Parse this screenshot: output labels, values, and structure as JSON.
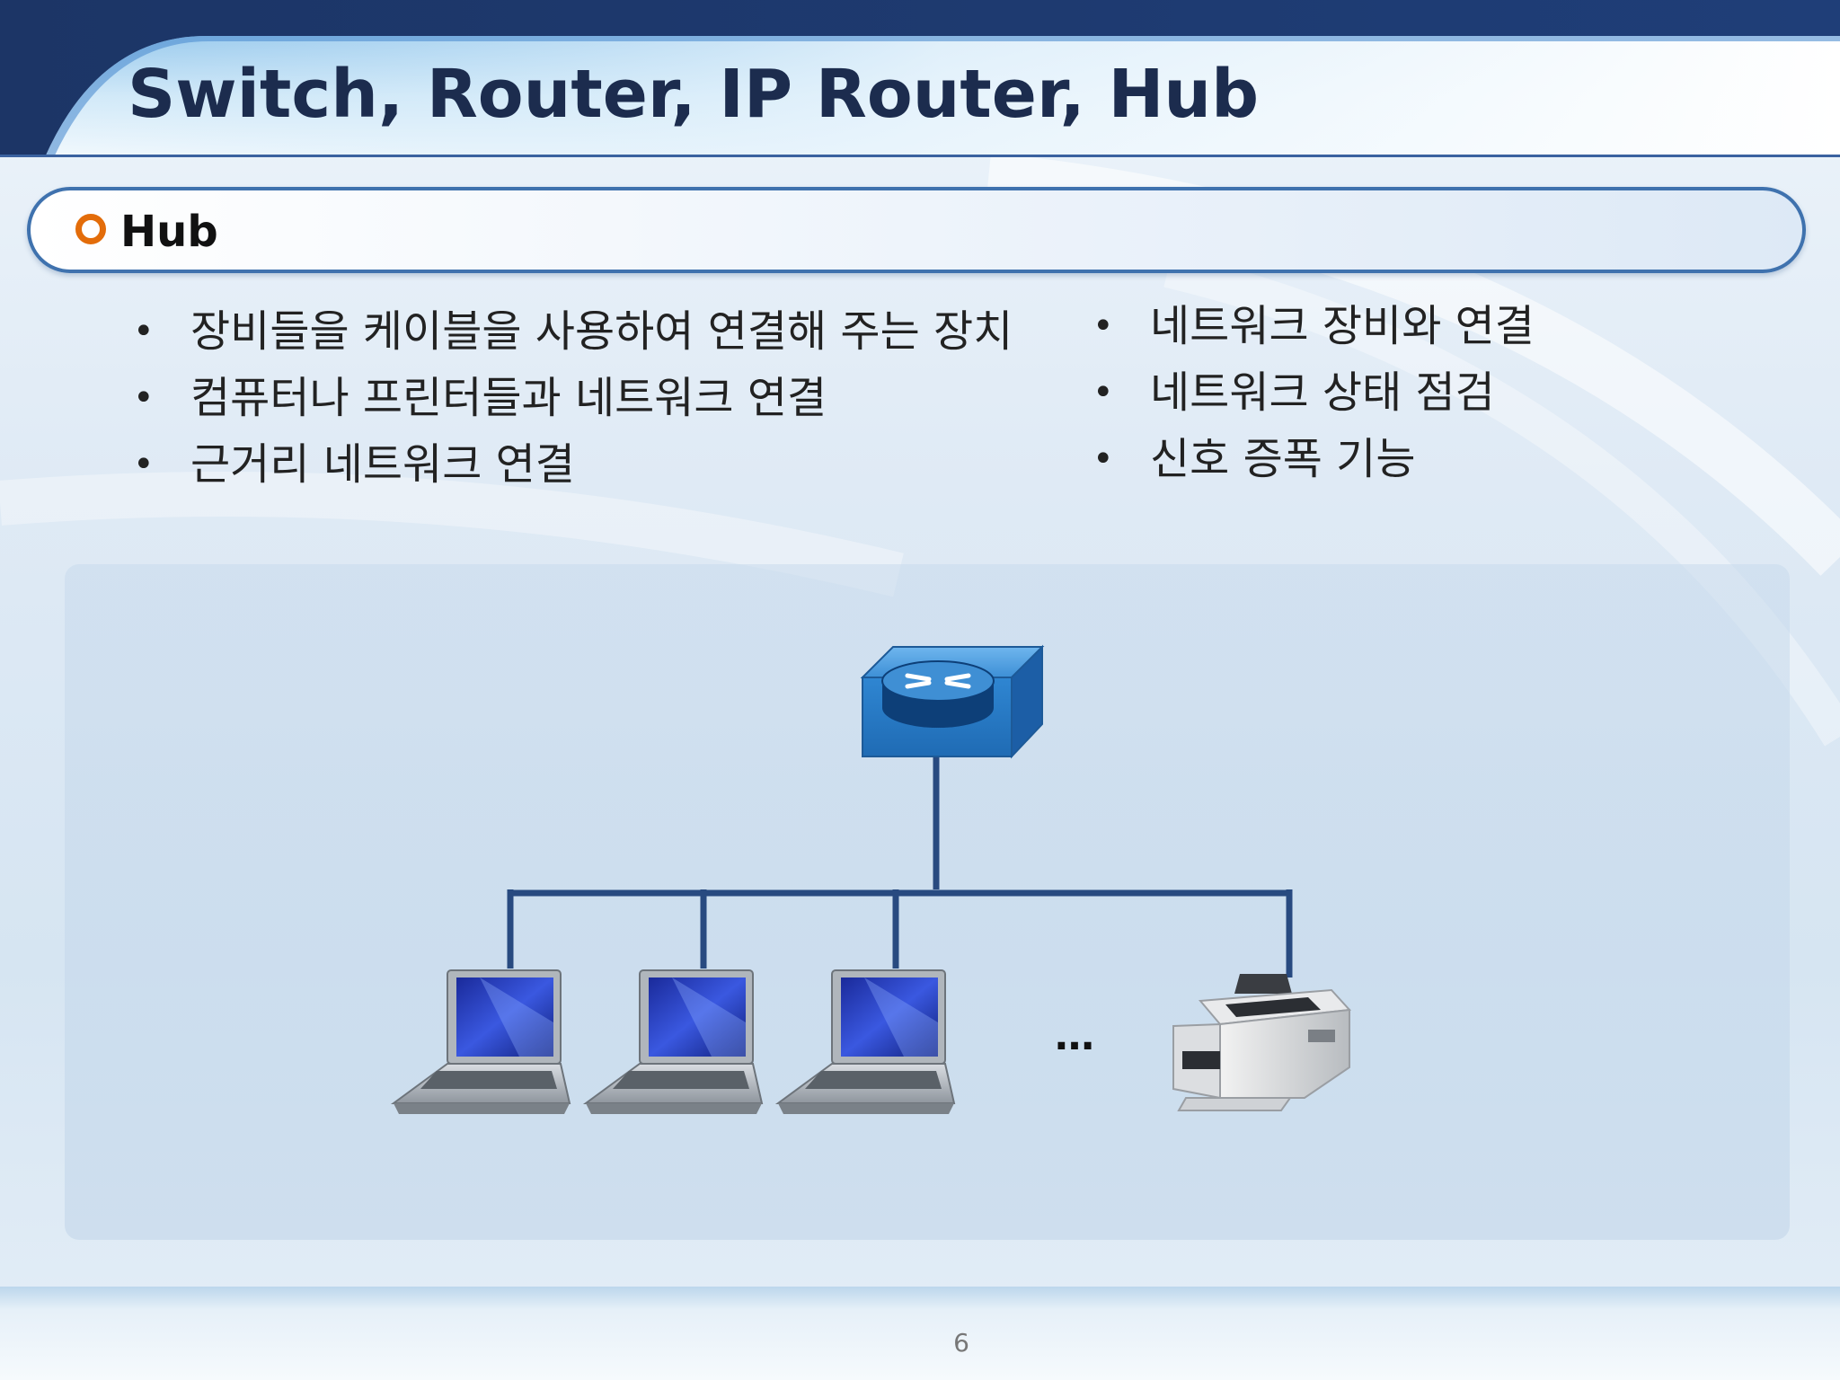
{
  "slide": {
    "title": "Switch, Router, IP Router, Hub",
    "section": "Hub",
    "bullets_left": [
      "장비들을 케이블을 사용하여 연결해 주는 장치",
      "컴퓨터나 프린터들과 네트워크 연결",
      "근거리 네트워크 연결"
    ],
    "bullets_right": [
      "네트워크 장비와 연결",
      "네트워크 상태 점검",
      "신호 증폭 기능"
    ],
    "bullet_char": "•",
    "ellipsis": "…",
    "page_number": "6"
  },
  "colors": {
    "header_navy": "#1f3a6e",
    "title_text": "#1c2c4e",
    "pill_border": "#3f72ae",
    "section_bullet": "#e36c0a",
    "hub_blue": "#2e7ec8",
    "link_line": "#284a80"
  },
  "diagram": {
    "hub_icon": "hub-icon",
    "device_icons": [
      "laptop-icon",
      "laptop-icon",
      "laptop-icon",
      "printer-icon"
    ]
  }
}
